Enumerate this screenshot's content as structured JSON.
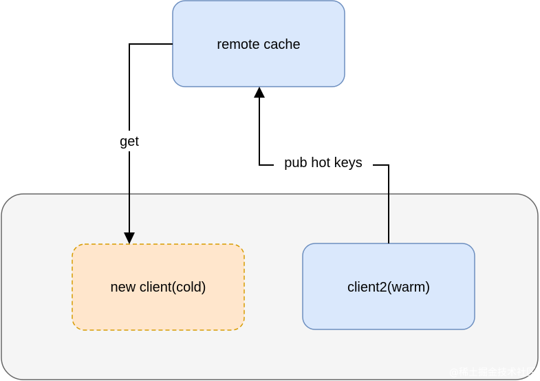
{
  "diagram": {
    "nodes": {
      "remote_cache": {
        "label": "remote cache",
        "fill": "#dae8fc",
        "stroke": "#6c8ebf"
      },
      "new_client": {
        "label": "new client(cold)",
        "fill": "#ffe6cc",
        "stroke": "#d79b00"
      },
      "client2": {
        "label": "client2(warm)",
        "fill": "#dae8fc",
        "stroke": "#6c8ebf"
      },
      "group_container": {
        "fill": "#f5f5f5",
        "stroke": "#666666"
      }
    },
    "edges": {
      "get": {
        "label": "get"
      },
      "pub_hot_keys": {
        "label": "pub hot keys"
      }
    }
  },
  "watermark": {
    "text": "@稀土掘金技术社区"
  }
}
